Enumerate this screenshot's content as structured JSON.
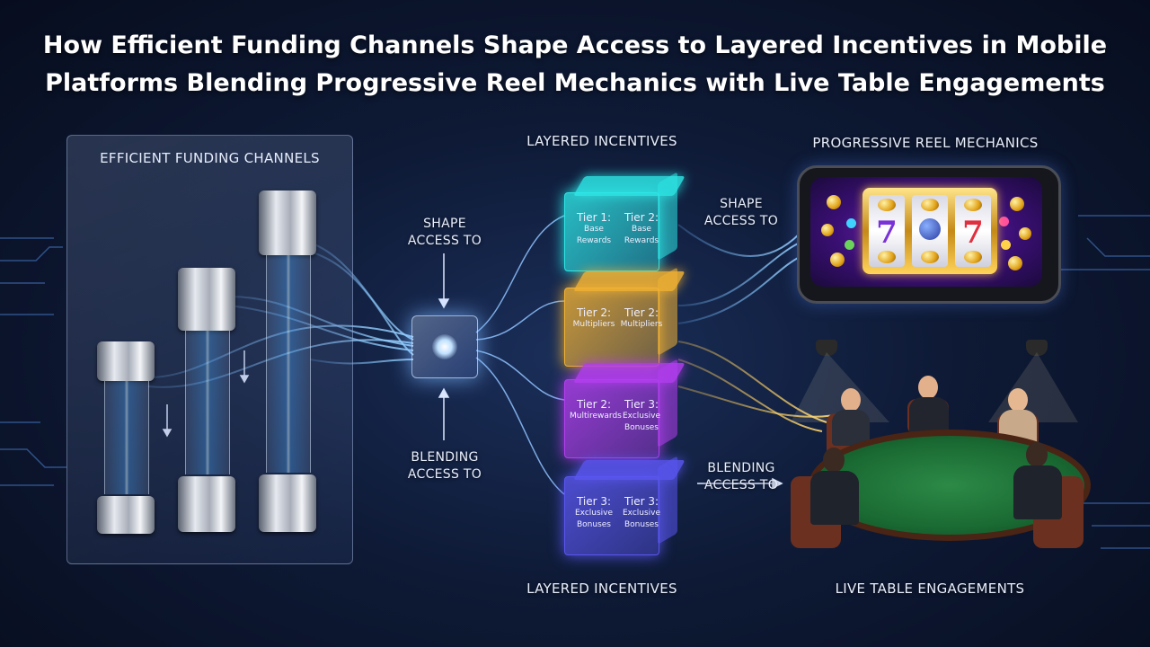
{
  "title": {
    "line1": "How Efficient Funding Channels Shape Access to Layered Incentives in Mobile",
    "line2": "Platforms Blending Progressive Reel Mechanics with Live Table Engagements"
  },
  "funding_panel": {
    "title": "EFFICIENT FUNDING CHANNELS"
  },
  "connectors": {
    "shape_left_line1": "SHAPE",
    "shape_left_line2": "ACCESS TO",
    "blending_left_line1": "BLENDING",
    "blending_left_line2": "ACCESS TO",
    "shape_right_line1": "SHAPE",
    "shape_right_line2": "ACCESS TO",
    "blending_right_line1": "BLENDING",
    "blending_right_line2": "ACCESS TO"
  },
  "incentives": {
    "top_label": "LAYERED INCENTIVES",
    "bottom_label": "LAYERED INCENTIVES",
    "tiers": [
      {
        "left": "Tier 1:",
        "left_sub": "Base Rewards",
        "right": "Tier 2:",
        "right_sub": "Base Rewards",
        "color": "#2ee6e6"
      },
      {
        "left": "Tier 2:",
        "left_sub": "Multipliers",
        "right": "Tier 2:",
        "right_sub": "Multipliers",
        "color": "#f2b233"
      },
      {
        "left": "Tier 2:",
        "left_sub": "Multirewards",
        "right": "Tier 3:",
        "right_sub": "Exclusive Bonuses",
        "color": "#b43ef0"
      },
      {
        "left": "Tier 3:",
        "left_sub": "Exclusive Bonuses",
        "right": "Tier 3:",
        "right_sub": "Exclusive Bonuses",
        "color": "#5a56f0"
      }
    ]
  },
  "reel": {
    "label": "PROGRESSIVE REEL MECHANICS",
    "symbols": [
      "7",
      "",
      "7"
    ]
  },
  "live_table": {
    "label": "LIVE TABLE ENGAGEMENTS"
  }
}
